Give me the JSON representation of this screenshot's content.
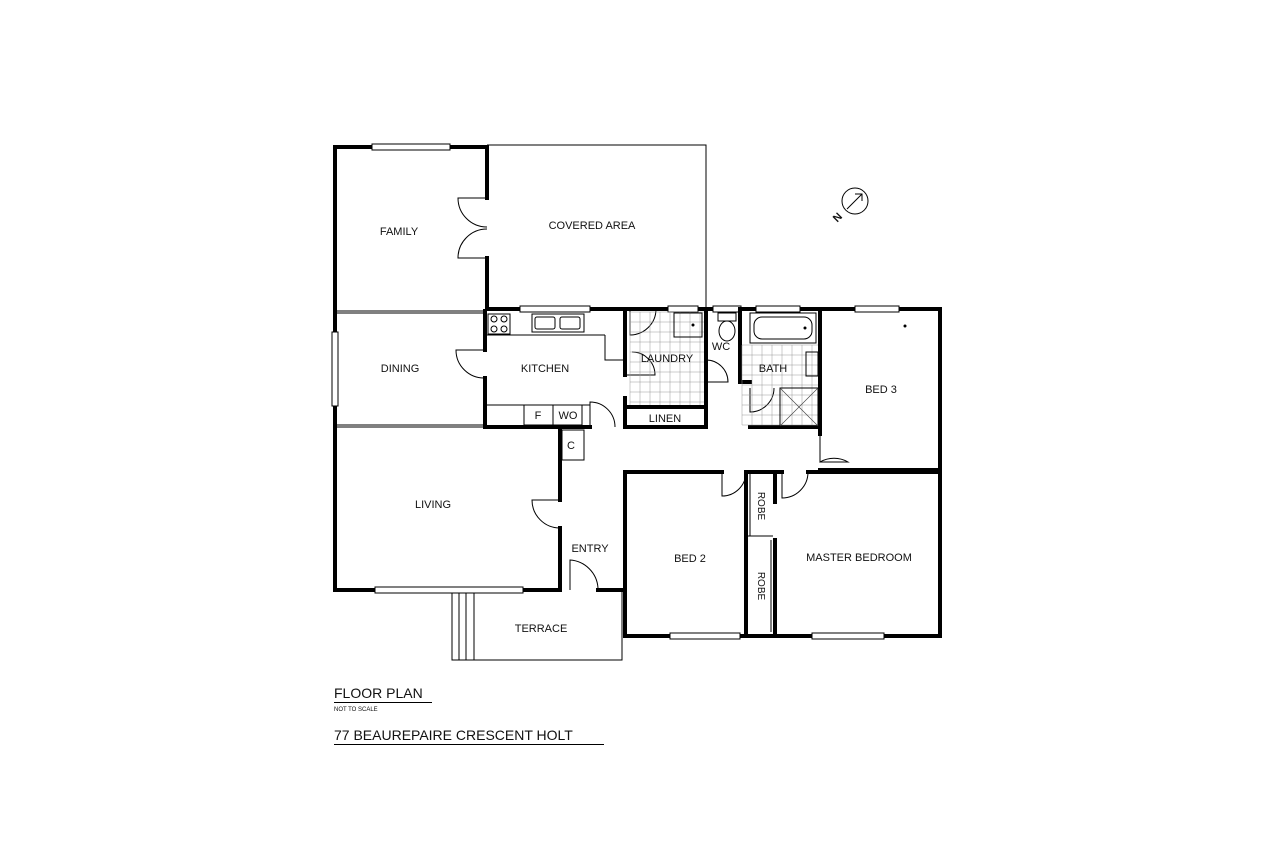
{
  "title": "FLOOR PLAN",
  "subtitle": "NOT TO SCALE",
  "address": "77 BEAUREPAIRE CRESCENT HOLT",
  "compass": {
    "label": "N"
  },
  "rooms": {
    "family": "FAMILY",
    "covered_area": "COVERED AREA",
    "dining": "DINING",
    "kitchen": "KITCHEN",
    "laundry": "LAUNDRY",
    "wc": "WC",
    "bath": "BATH",
    "bed3": "BED 3",
    "living": "LIVING",
    "entry": "ENTRY",
    "bed2": "BED 2",
    "master_bedroom": "MASTER BEDROOM",
    "terrace": "TERRACE",
    "linen": "LINEN",
    "robe_upper": "ROBE",
    "robe_lower": "ROBE",
    "fridge": "F",
    "wall_oven": "WO",
    "cupboard": "C"
  }
}
